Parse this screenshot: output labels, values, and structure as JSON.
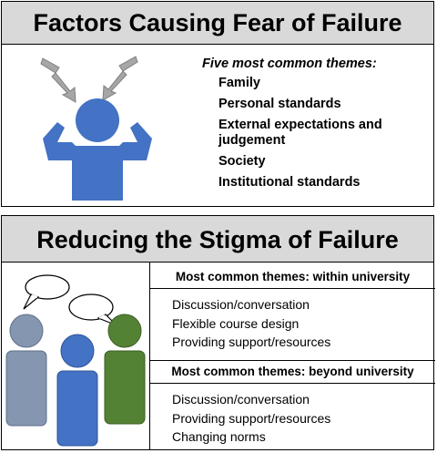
{
  "fear_section": {
    "title": "Factors Causing Fear of Failure",
    "themes_heading": "Five most common themes:",
    "themes": [
      "Family",
      "Personal standards",
      "External expectations and judgement",
      "Society",
      "Institutional standards"
    ]
  },
  "stigma_section": {
    "title": "Reducing the Stigma of Failure",
    "within": {
      "heading": "Most common themes: within university",
      "items": [
        "Discussion/conversation",
        "Flexible course design",
        "Providing support/resources"
      ]
    },
    "beyond": {
      "heading": "Most common themes: beyond university",
      "items": [
        "Discussion/conversation",
        "Providing support/resources",
        "Changing norms"
      ]
    }
  },
  "colors": {
    "banner_bg": "#d9d9d9",
    "person_blue": "#4472c4",
    "person_gray_blue": "#8496b0",
    "person_green": "#548235",
    "lightning_gray": "#a6a6a6"
  }
}
